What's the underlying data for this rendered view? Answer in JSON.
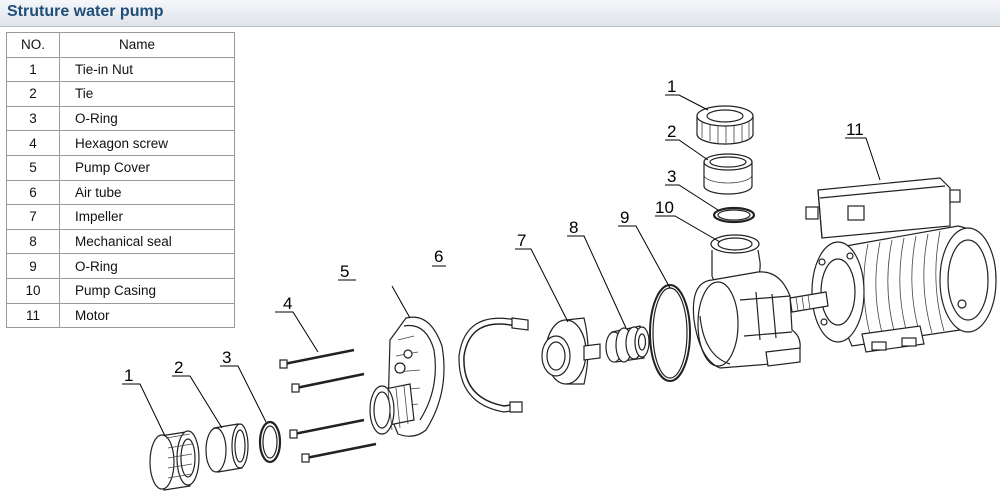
{
  "header": {
    "title": "Struture water pump"
  },
  "table": {
    "col_no": "NO.",
    "col_name": "Name",
    "rows": [
      {
        "no": "1",
        "name": "Tie-in Nut"
      },
      {
        "no": "2",
        "name": "Tie"
      },
      {
        "no": "3",
        "name": "O-Ring"
      },
      {
        "no": "4",
        "name": "Hexagon screw"
      },
      {
        "no": "5",
        "name": "Pump Cover"
      },
      {
        "no": "6",
        "name": "Air tube"
      },
      {
        "no": "7",
        "name": "Impeller"
      },
      {
        "no": "8",
        "name": "Mechanical seal"
      },
      {
        "no": "9",
        "name": "O-Ring"
      },
      {
        "no": "10",
        "name": "Pump Casing"
      },
      {
        "no": "11",
        "name": "Motor"
      }
    ]
  },
  "callouts": [
    "1",
    "2",
    "3",
    "4",
    "5",
    "6",
    "7",
    "8",
    "9",
    "10",
    "11",
    "1",
    "2",
    "3"
  ],
  "colors": {
    "title": "#1f4e79",
    "line": "#222222"
  }
}
